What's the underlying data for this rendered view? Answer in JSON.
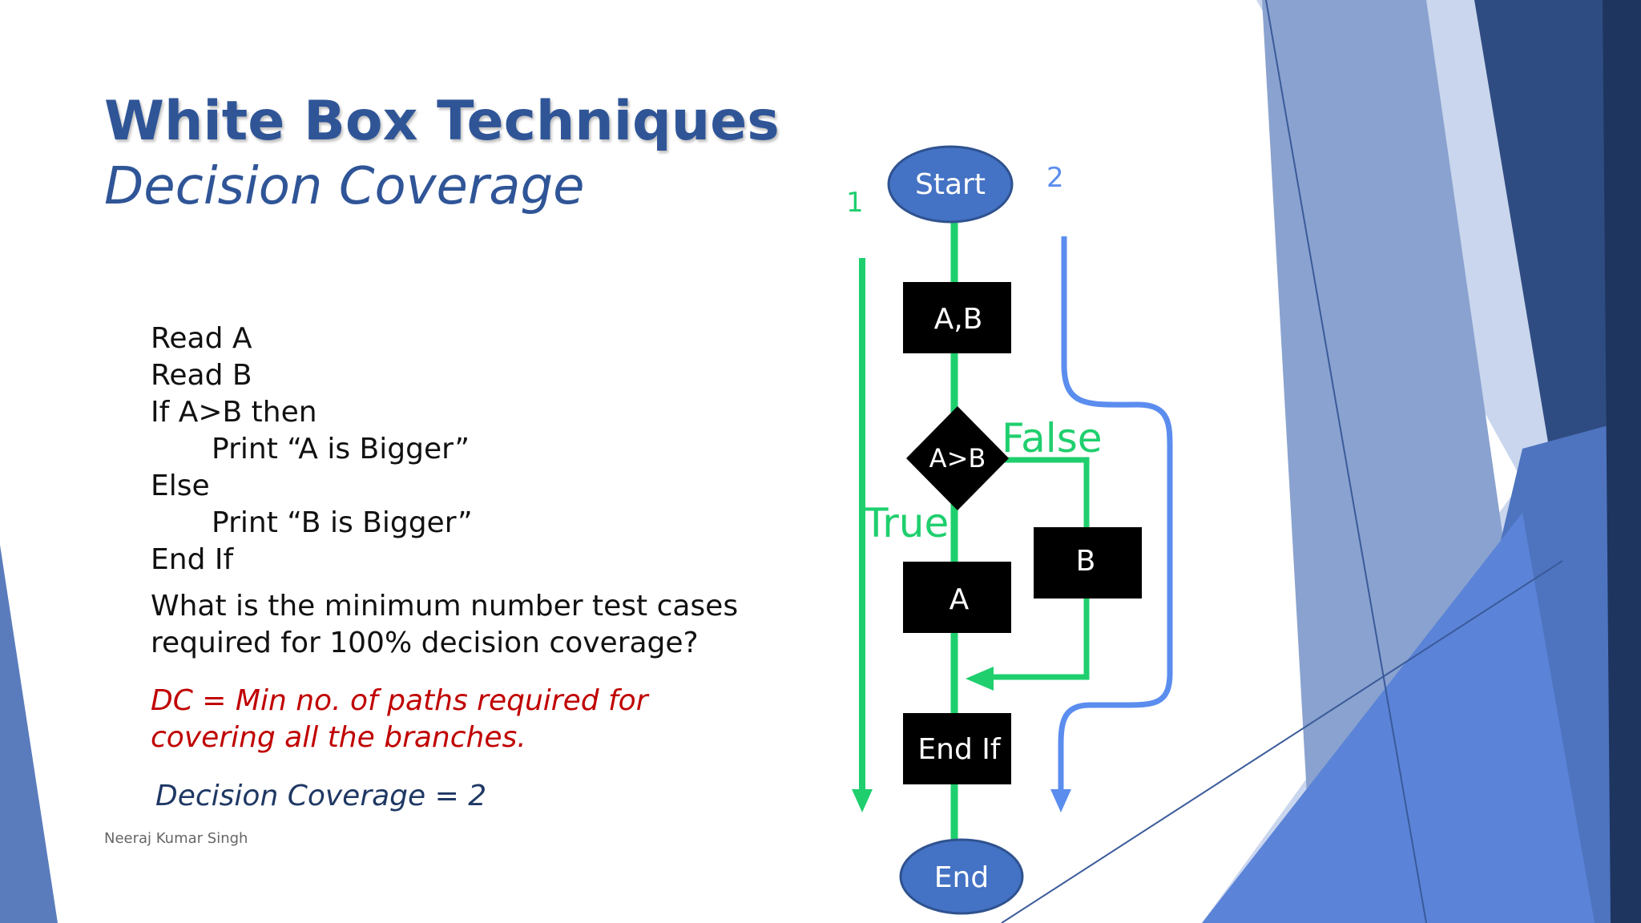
{
  "slide": {
    "title": "White Box Techniques",
    "subtitle": "Decision Coverage",
    "code_lines": [
      "Read A",
      "Read B",
      "If A>B then",
      "Print “A is Bigger”",
      "Else",
      "Print “B is Bigger”",
      "End If"
    ],
    "question": "What is the minimum number test cases required for 100% decision coverage?",
    "dc_definition": "DC = Min no. of paths required for covering all the branches.",
    "dc_result": "Decision Coverage = 2",
    "footer": "Neeraj Kumar Singh"
  },
  "flowchart": {
    "start": "Start",
    "input": "A,B",
    "decision": "A>B",
    "true_label": "True",
    "false_label": "False",
    "true_box": "A",
    "false_box": "B",
    "endif": "End If",
    "end": "End",
    "path1_label": "1",
    "path2_label": "2"
  },
  "colors": {
    "title": "#2f5597",
    "green_path": "#1fcf6e",
    "blue_path": "#5b8def",
    "oval_fill": "#4472c4",
    "box_fill": "#000000",
    "definition_red": "#c00000"
  }
}
